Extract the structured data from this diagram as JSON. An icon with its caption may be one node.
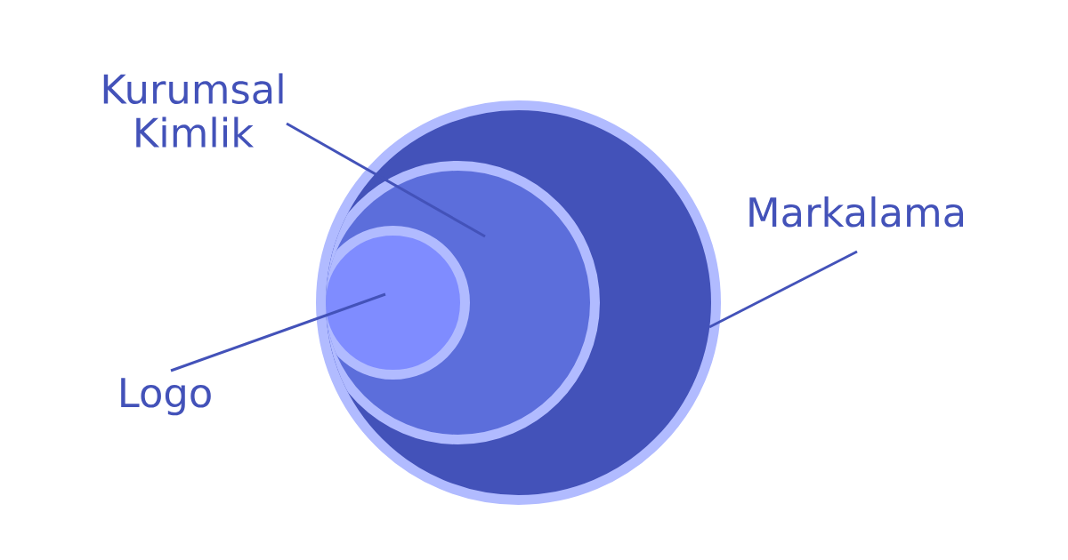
{
  "diagram": {
    "nodes": [
      {
        "text": [],
        "shape": "circle"
      },
      {
        "text": [],
        "shape": "circle",
        "in": 0
      },
      {
        "text": [],
        "shape": "circle",
        "in": 1
      },
      {
        "text": [
          "Kurumsal Kimlik"
        ]
      },
      {
        "text": [
          "Markalama"
        ]
      },
      {
        "text": [
          "Logo"
        ]
      }
    ],
    "edges": [
      {
        "from": 3,
        "to": 1,
        "arrow": "none"
      },
      {
        "from": 4,
        "to": 0,
        "arrow": "none"
      },
      {
        "from": 5,
        "to": 2,
        "arrow": "none"
      }
    ]
  }
}
